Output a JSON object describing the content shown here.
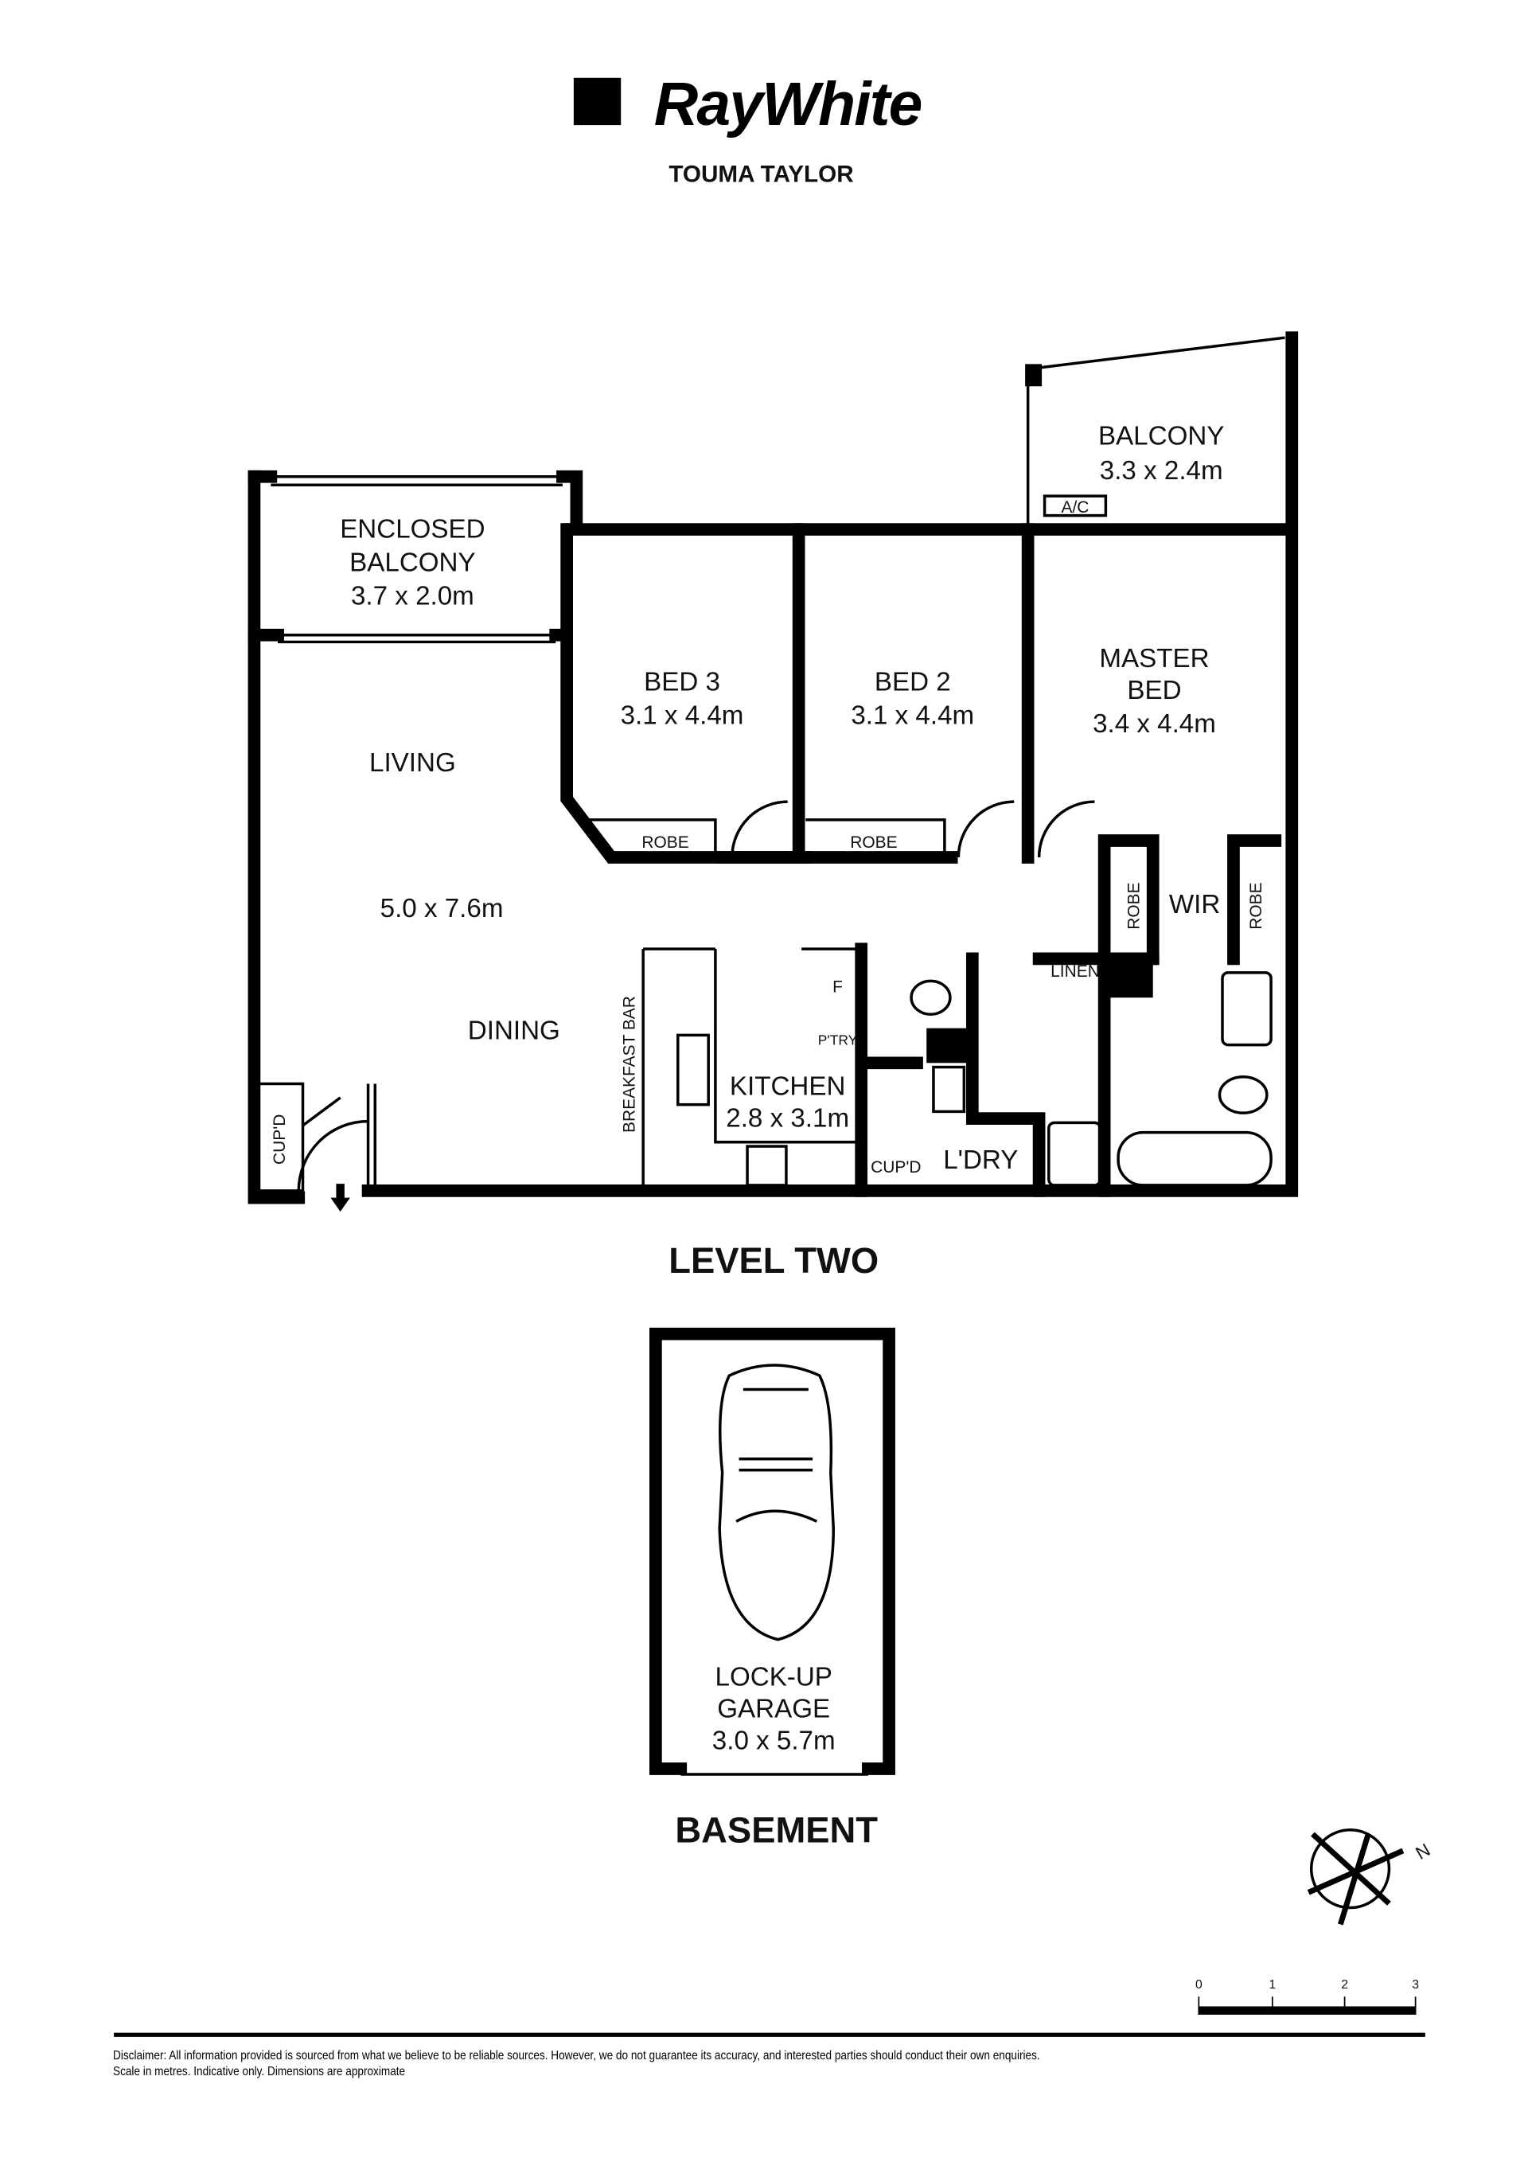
{
  "brand": {
    "logo_text": "RayWhite",
    "office": "TOUMA TAYLOR"
  },
  "level_two": {
    "heading": "LEVEL TWO",
    "rooms": {
      "enclosed_balcony": [
        "ENCLOSED",
        "BALCONY",
        "3.7 x 2.0m"
      ],
      "balcony": [
        "BALCONY",
        "3.3 x 2.4m"
      ],
      "ac": "A/C",
      "bed3": [
        "BED 3",
        "3.1 x 4.4m"
      ],
      "bed2": [
        "BED 2",
        "3.1 x 4.4m"
      ],
      "master": [
        "MASTER",
        "BED",
        "3.4 x 4.4m"
      ],
      "living": "LIVING",
      "living_dims": "5.0 x 7.6m",
      "dining": "DINING",
      "robe": "ROBE",
      "wir": "WIR",
      "linen": "LINEN",
      "breakfast_bar": "BREAKFAST BAR",
      "fridge": "F",
      "pantry": "P'TRY",
      "kitchen": [
        "KITCHEN",
        "2.8 x 3.1m"
      ],
      "cupd": "CUP'D",
      "laundry": "L'DRY"
    }
  },
  "basement": {
    "heading": "BASEMENT",
    "garage": [
      "LOCK-UP",
      "GARAGE",
      "3.0 x 5.7m"
    ]
  },
  "compass": {
    "icon": "north-arrow-icon",
    "label": "N"
  },
  "scale_bar": {
    "ticks": [
      "0",
      "1",
      "2",
      "3"
    ],
    "unit": "metres"
  },
  "disclaimer": [
    "Disclaimer: All information provided is sourced from what we believe to be reliable sources. However, we do not guarantee  its accuracy, and interested parties should conduct their own enquiries.",
    "Scale in metres. Indicative only. Dimensions are approximate"
  ]
}
